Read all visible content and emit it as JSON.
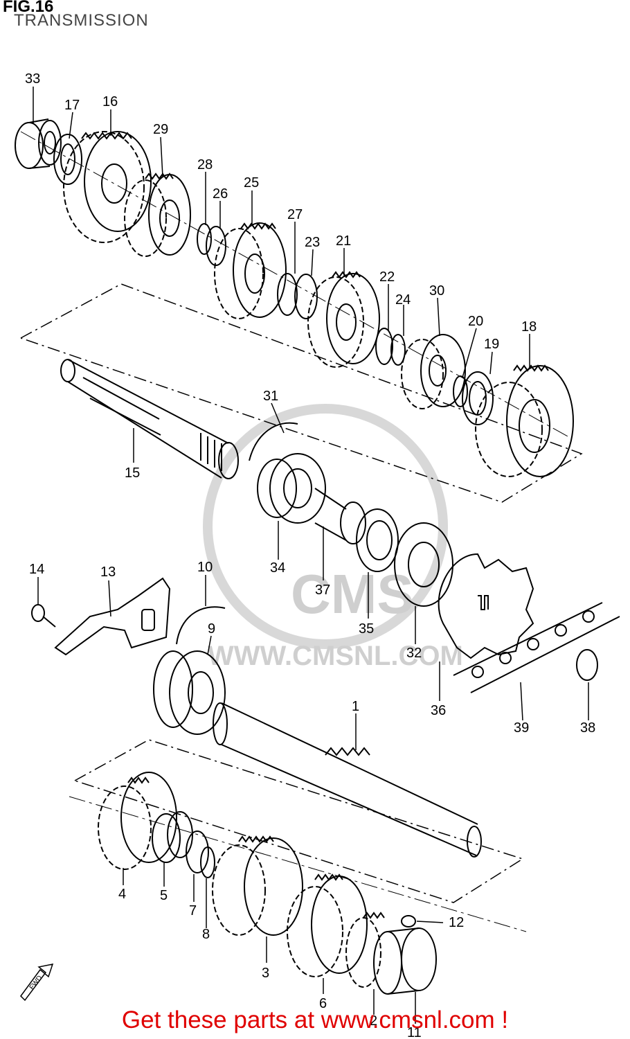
{
  "header": {
    "figure": "FIG.16",
    "title": "TRANSMISSION"
  },
  "watermark": {
    "brand": "CMS",
    "url": "WWW.CMSNL.COM"
  },
  "icons": {
    "fwd_arrow_label": "FWD"
  },
  "callouts": {
    "p1": "1",
    "p2": "2",
    "p3": "3",
    "p4": "4",
    "p5": "5",
    "p6": "6",
    "p7": "7",
    "p8": "8",
    "p9": "9",
    "p10": "10",
    "p11": "11",
    "p12": "12",
    "p13": "13",
    "p14": "14",
    "p15": "15",
    "p16": "16",
    "p17": "17",
    "p18": "18",
    "p19": "19",
    "p20": "20",
    "p21": "21",
    "p22": "22",
    "p23": "23",
    "p24": "24",
    "p25": "25",
    "p26": "26",
    "p27": "27",
    "p28": "28",
    "p29": "29",
    "p30": "30",
    "p31": "31",
    "p32": "32",
    "p33": "33",
    "p34": "34",
    "p35": "35",
    "p36": "36",
    "p37": "37",
    "p38": "38",
    "p39": "39"
  },
  "footer": {
    "link_text": "Get these parts at www.cmsnl.com !"
  },
  "colors": {
    "line": "#000000",
    "watermark": "#cfcfcf",
    "footer": "#e00000"
  }
}
